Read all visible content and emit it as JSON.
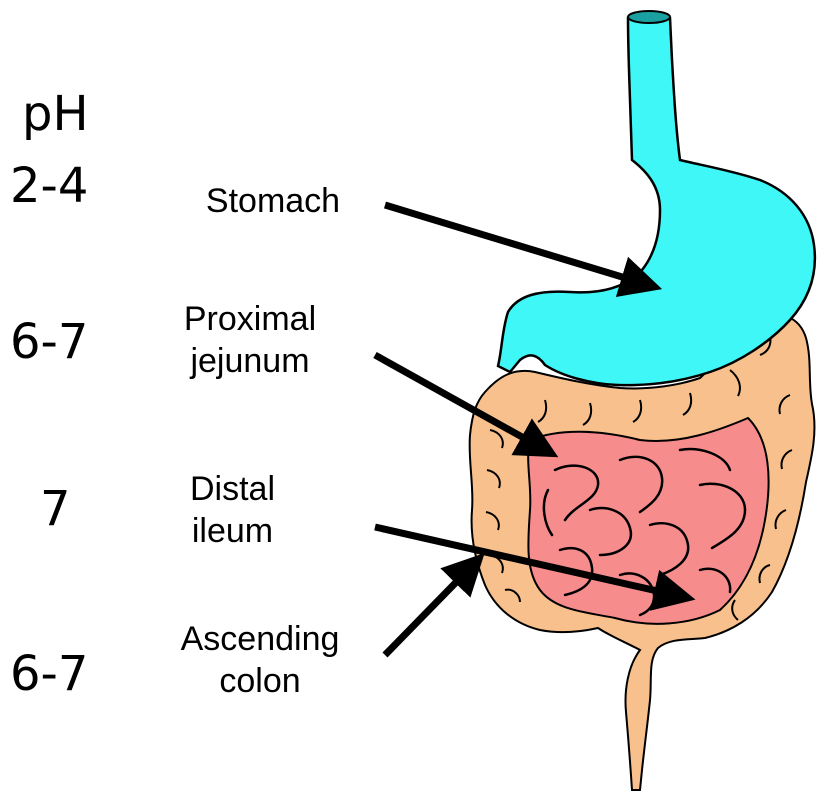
{
  "ph_header": "pH",
  "rows": [
    {
      "ph": "2-4",
      "label_lines": [
        "Stomach"
      ]
    },
    {
      "ph": "6-7",
      "label_lines": [
        "Proximal",
        "jejunum"
      ]
    },
    {
      "ph": "7",
      "label_lines": [
        "Distal",
        "ileum"
      ]
    },
    {
      "ph": "6-7",
      "label_lines": [
        "Ascending",
        "colon"
      ]
    }
  ],
  "colors": {
    "stomach": "#3ff7f7",
    "colon": "#f7c08c",
    "small_intestine": "#f78c8c",
    "outline": "#000000",
    "arrow": "#000000"
  }
}
